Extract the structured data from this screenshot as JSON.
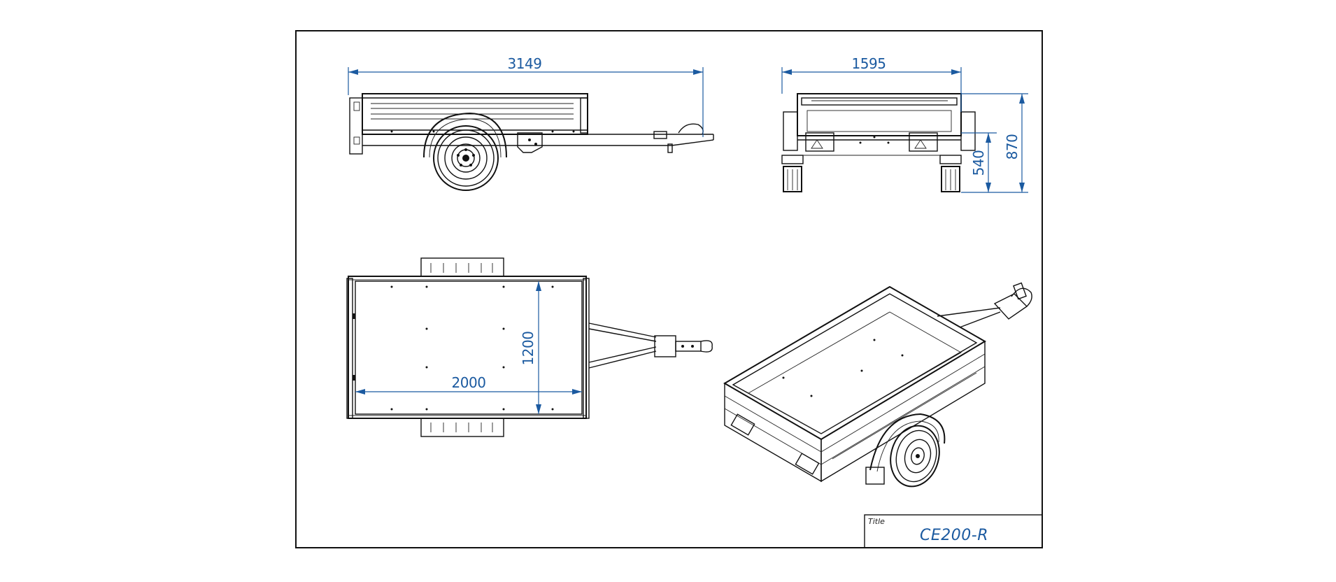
{
  "drawing": {
    "dimensions": {
      "side_length": "3149",
      "rear_width": "1595",
      "rear_height_total": "870",
      "rear_height_deck": "540",
      "top_length": "2000",
      "top_width": "1200"
    },
    "title_block": {
      "label": "Title",
      "value": "CE200-R"
    }
  },
  "colors": {
    "dimension": "#1b5aa0",
    "linework": "#111111",
    "background": "#ffffff"
  }
}
